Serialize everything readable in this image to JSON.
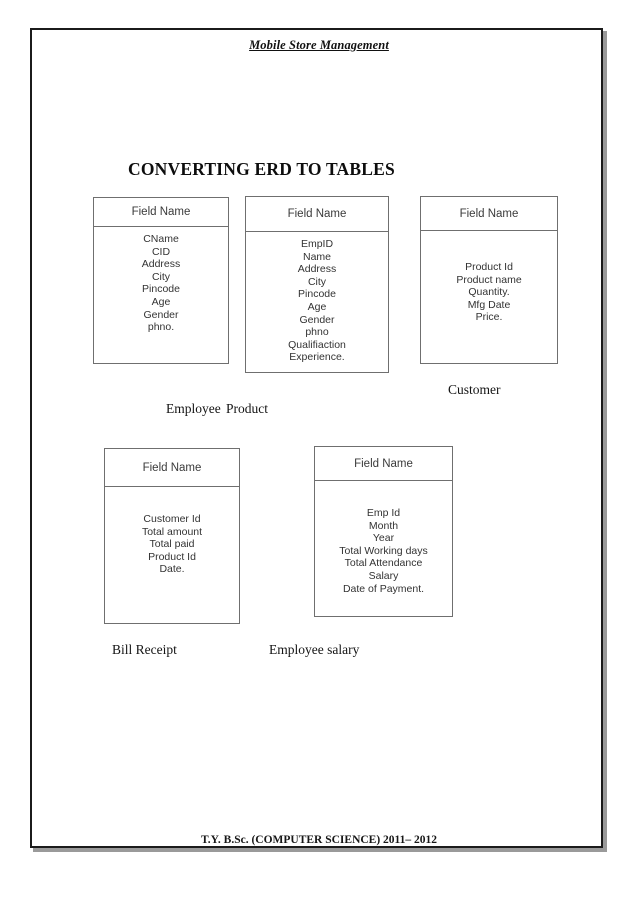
{
  "document": {
    "title": "Mobile Store Management",
    "section_heading": "CONVERTING ERD TO TABLES",
    "footer": "T.Y. B.Sc. (COMPUTER SCIENCE) 2011– 2012"
  },
  "tables": [
    {
      "id": "customer",
      "header": "Field Name",
      "caption": "Employee",
      "fields": [
        "CName",
        "CID",
        "Address",
        "City",
        "Pincode",
        "Age",
        "Gender",
        "phno."
      ]
    },
    {
      "id": "employee",
      "header": "Field Name",
      "caption": "Product",
      "fields": [
        "EmpID",
        "Name",
        "Address",
        "City",
        "Pincode",
        "Age",
        "Gender",
        "phno",
        "Qualifiaction",
        "Experience."
      ]
    },
    {
      "id": "product",
      "header": "Field Name",
      "caption": "Customer",
      "fields": [
        "Product Id",
        "Product name",
        "Quantity.",
        "Mfg Date",
        "Price."
      ]
    },
    {
      "id": "bill",
      "header": "Field Name",
      "caption": "Bill Receipt",
      "fields": [
        "Customer Id",
        "Total amount",
        "Total paid",
        "Product Id",
        "Date."
      ]
    },
    {
      "id": "salary",
      "header": "Field Name",
      "caption": "Employee salary",
      "fields": [
        "Emp Id",
        "Month",
        "Year",
        "Total Working days",
        "Total Attendance",
        "Salary",
        "Date of Payment."
      ]
    }
  ],
  "colors": {
    "page_border": "#1b1b1b",
    "table_border": "#6f6f6f",
    "body_text": "#333333",
    "heading_text": "#0d0d0d"
  }
}
